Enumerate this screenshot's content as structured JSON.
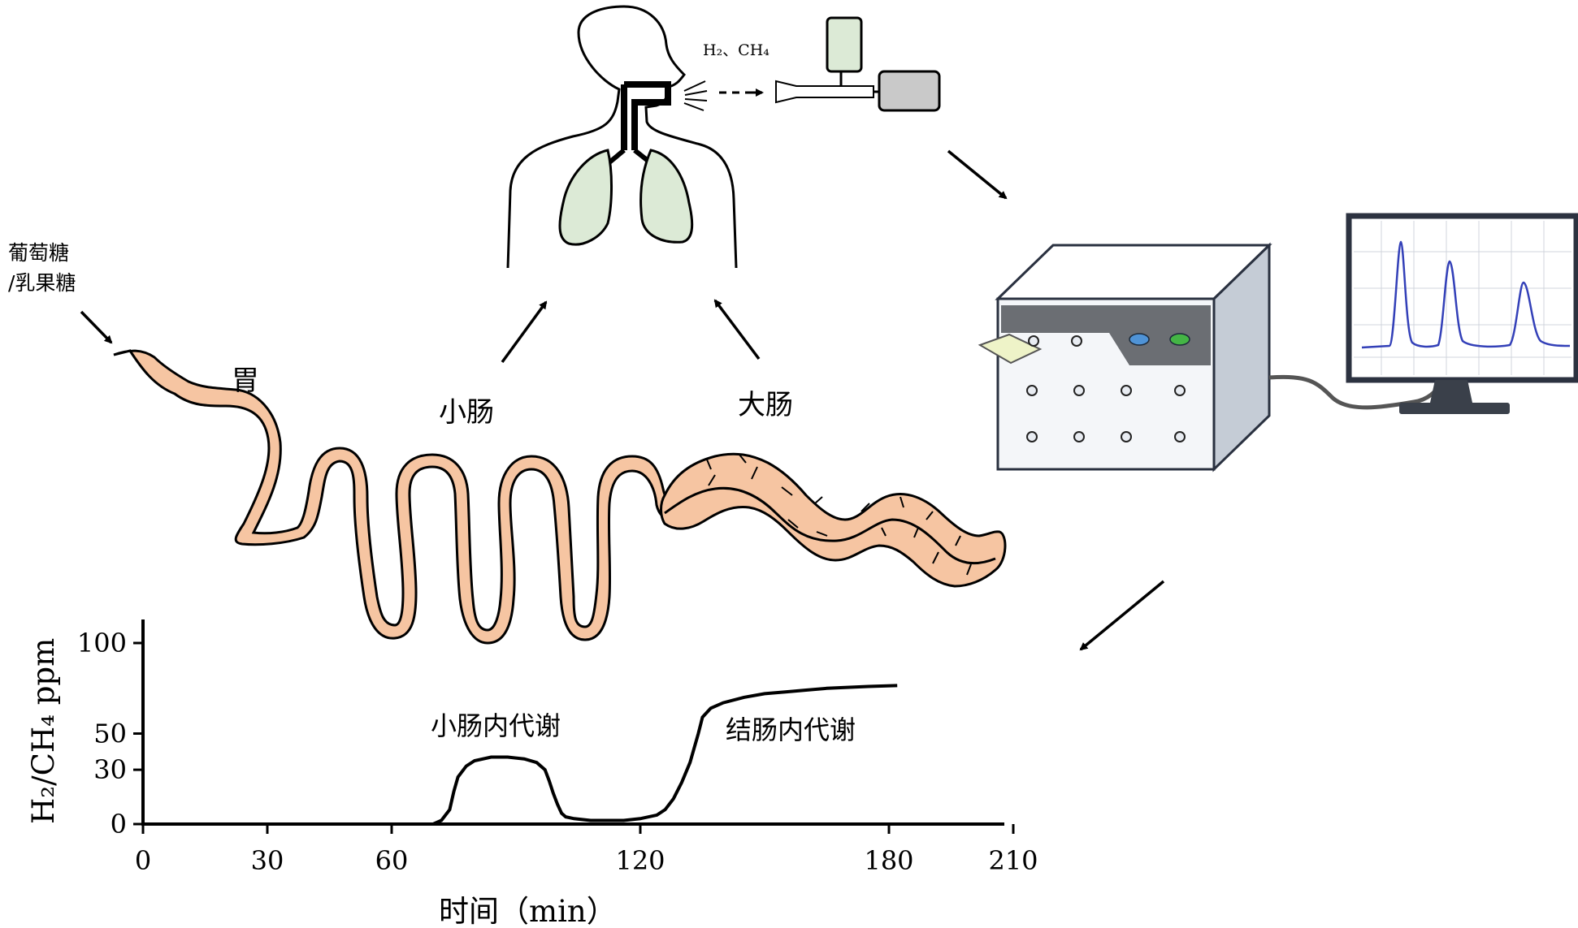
{
  "labels": {
    "substrate_line1": "葡萄糖",
    "substrate_line2": "/乳果糖",
    "stomach": "胃",
    "small_intestine": "小肠",
    "large_intestine": "大肠",
    "gases": "H₂、CH₄"
  },
  "chart_data": {
    "type": "line",
    "ylabel": "H₂/CH₄ ppm",
    "xlabel": "时间（min）",
    "xlim": [
      0,
      210
    ],
    "ylim": [
      0,
      100
    ],
    "x_ticks": [
      0,
      30,
      60,
      120,
      180,
      210
    ],
    "y_ticks": [
      0,
      30,
      50,
      100
    ],
    "annotations": [
      "小肠内代谢",
      "结肠内代谢"
    ],
    "series": [
      {
        "x": [
          60,
          65,
          70,
          72,
          74,
          75,
          76,
          78,
          80,
          84,
          88,
          92,
          95,
          97,
          98,
          99,
          100,
          101,
          102,
          104,
          108,
          112,
          116,
          120,
          124,
          126,
          128,
          130,
          132,
          133,
          134,
          135,
          137,
          140,
          145,
          150,
          155,
          160,
          165,
          170,
          175,
          182
        ],
        "y": [
          0,
          0,
          0,
          2,
          8,
          18,
          26,
          32,
          35,
          37,
          37,
          36,
          34,
          30,
          24,
          17,
          11,
          6,
          4,
          3,
          2,
          2,
          2,
          3,
          5,
          8,
          14,
          23,
          34,
          42,
          50,
          59,
          64,
          67,
          70,
          72,
          73,
          74,
          75,
          75.5,
          76,
          76.5
        ]
      }
    ]
  },
  "colors": {
    "intestine_fill": "#f6c5a2",
    "lung_fill": "#dcead6",
    "monitor_trace": "#3340b8",
    "machine_top": "#ffffff",
    "machine_side": "#c5ccd6",
    "machine_face": "#f4f6f9"
  }
}
